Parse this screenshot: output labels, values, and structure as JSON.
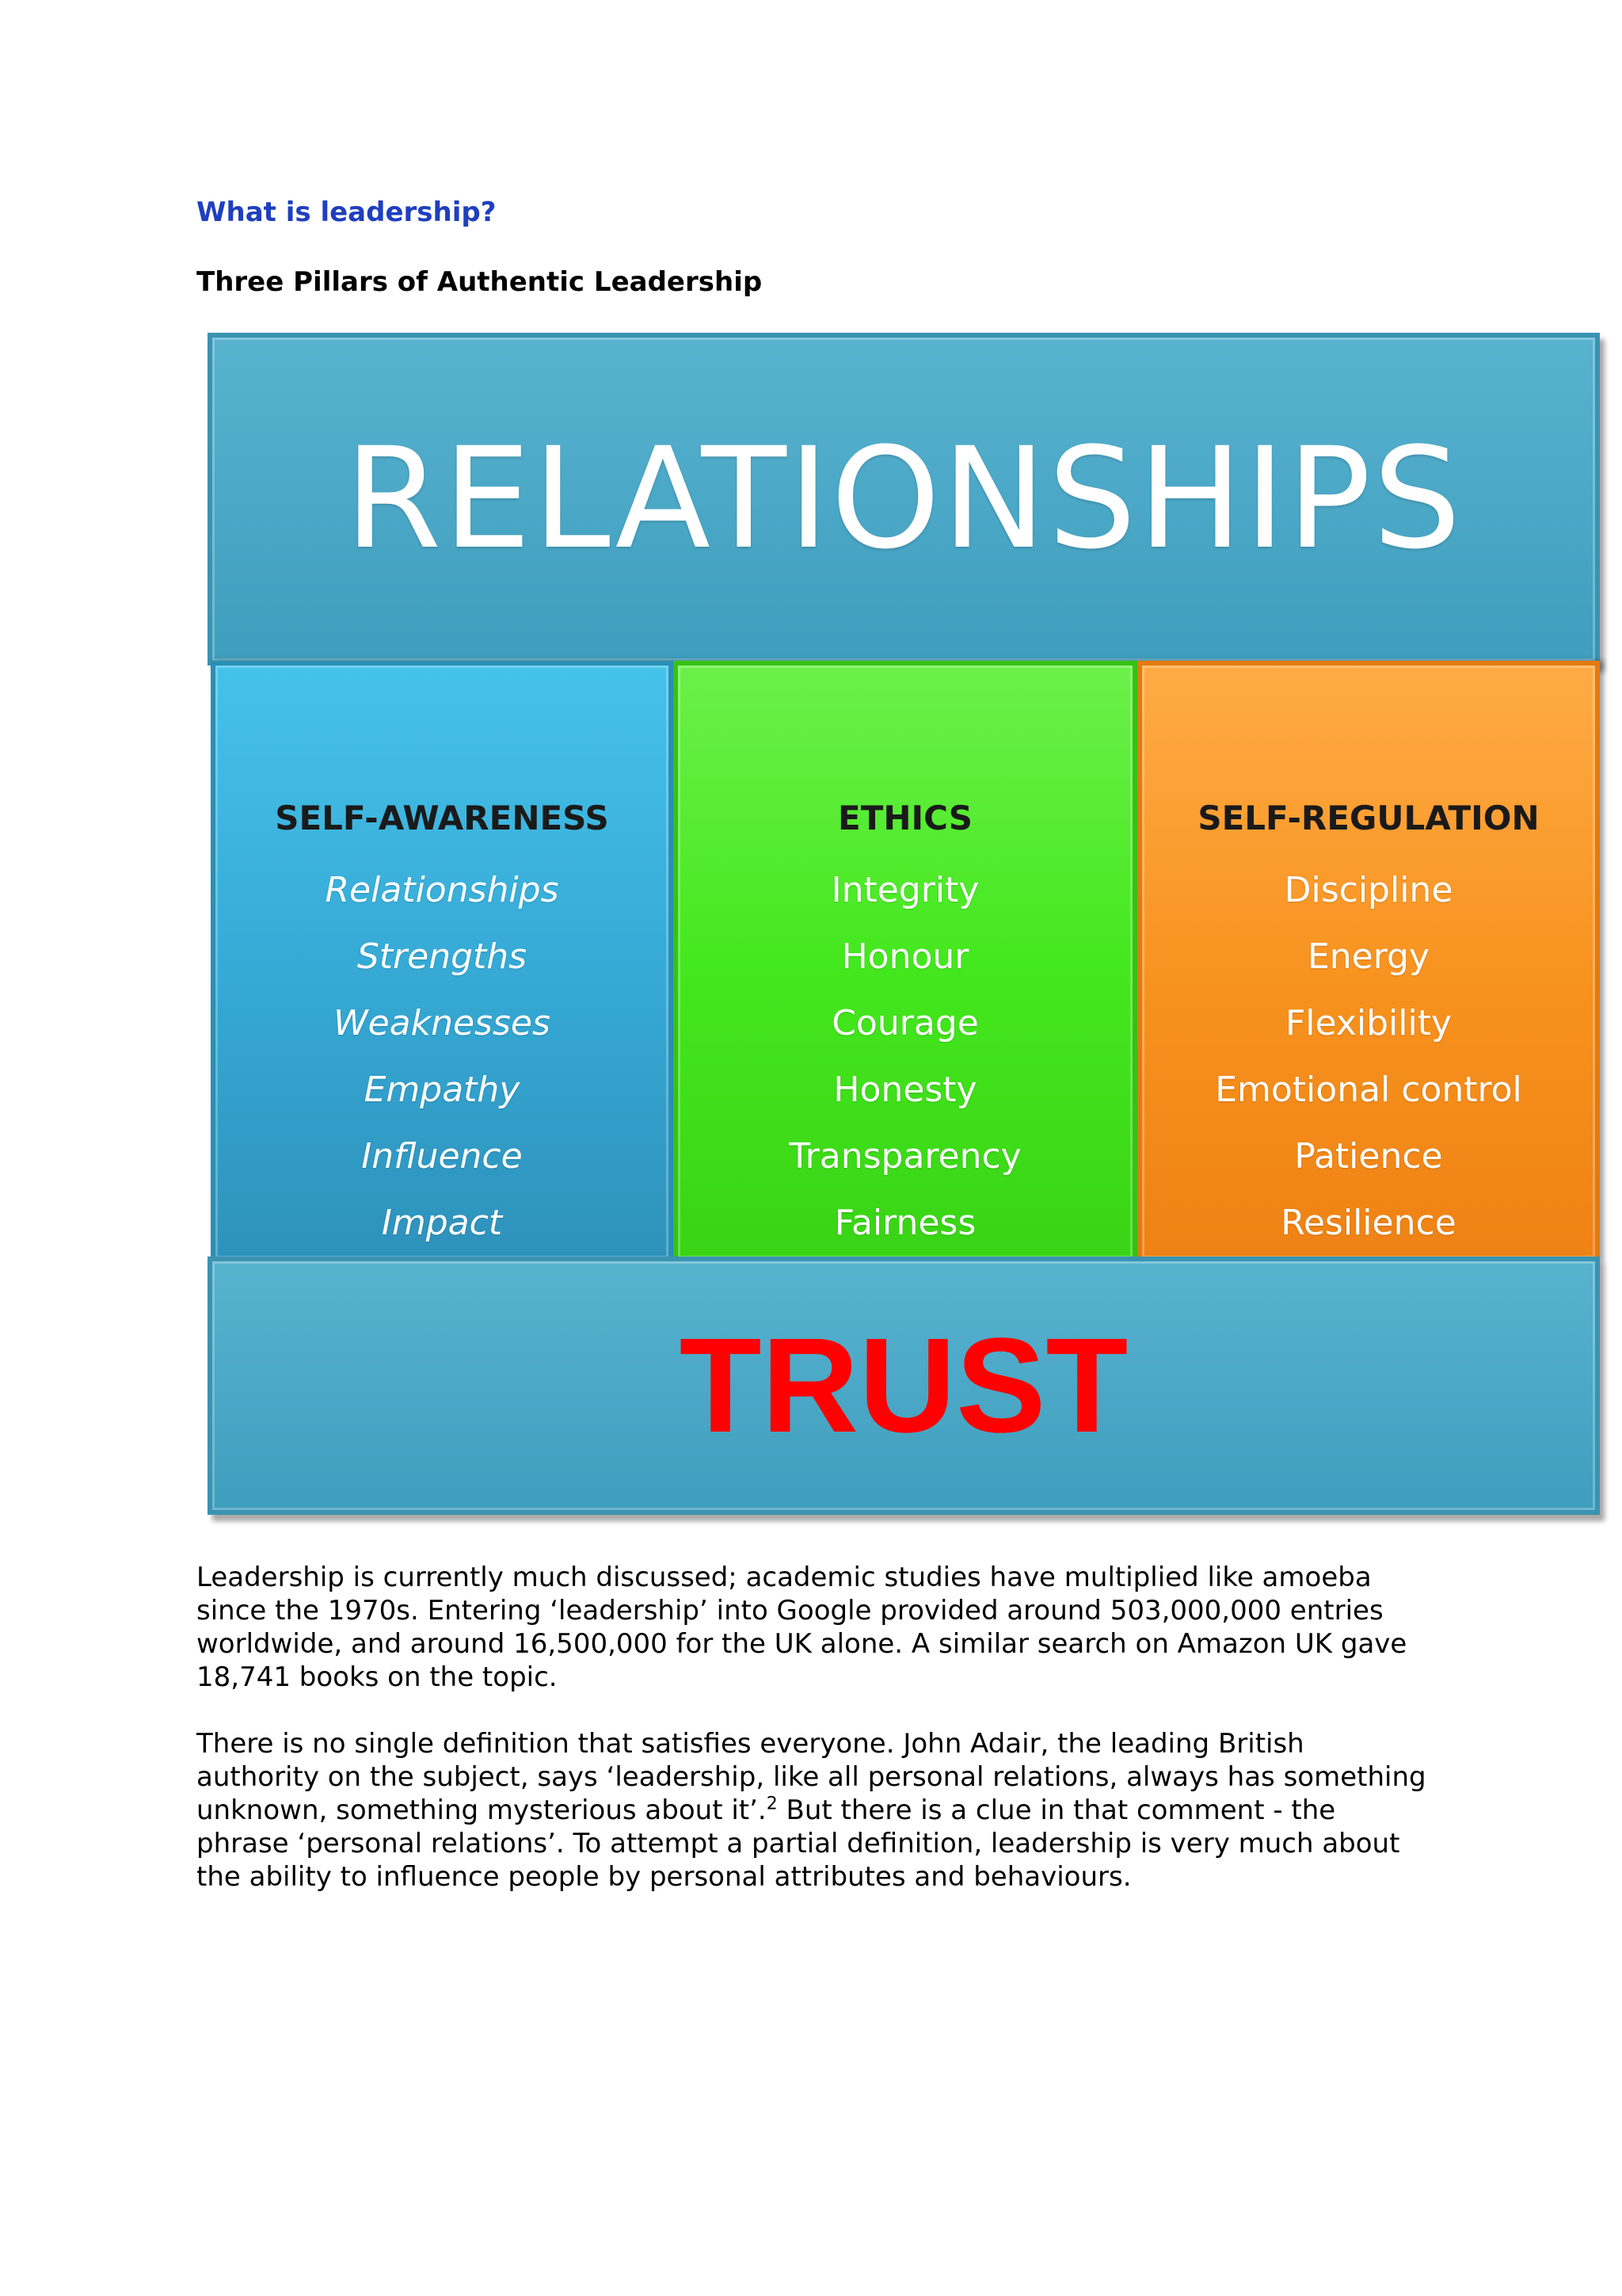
{
  "heading": "What is leadership?",
  "subheading": "Three Pillars of Authentic Leadership",
  "diagram": {
    "top_label": "RELATIONSHIPS",
    "bottom_label": "TRUST",
    "pillars": [
      {
        "title": "SELF-AWARENESS",
        "items": [
          "Relationships",
          "Strengths",
          "Weaknesses",
          "Empathy",
          "Influence",
          "Impact"
        ]
      },
      {
        "title": "ETHICS",
        "items": [
          "Integrity",
          "Honour",
          "Courage",
          "Honesty",
          "Transparency",
          "Fairness"
        ]
      },
      {
        "title": "SELF-REGULATION",
        "items": [
          "Discipline",
          "Energy",
          "Flexibility",
          "Emotional control",
          "Patience",
          "Resilience"
        ]
      }
    ],
    "colors": {
      "band": "#4aa7c6",
      "self_awareness": "#35a8d4",
      "ethics": "#44e81e",
      "self_regulation": "#f7921e",
      "trust_text": "#ff0000"
    }
  },
  "paragraph1": "Leadership is currently much discussed; academic studies have multiplied like amoeba since the 1970s. Entering ‘leadership’ into Google provided around 503,000,000 entries worldwide, and around 16,500,000 for the UK alone. A similar search on Amazon UK gave 18,741 books on the topic.",
  "paragraph2_part1": "There is no single definition that satisfies everyone. John Adair, the leading British authority on the subject, says ‘leadership, like all personal relations, always has something unknown, something mysterious about it’.",
  "paragraph2_footnote": "2",
  "paragraph2_part2": " But there is a clue in that comment - the phrase ‘personal relations’. To attempt a partial definition, leadership is very much about the ability to influence people by personal attributes and behaviours."
}
